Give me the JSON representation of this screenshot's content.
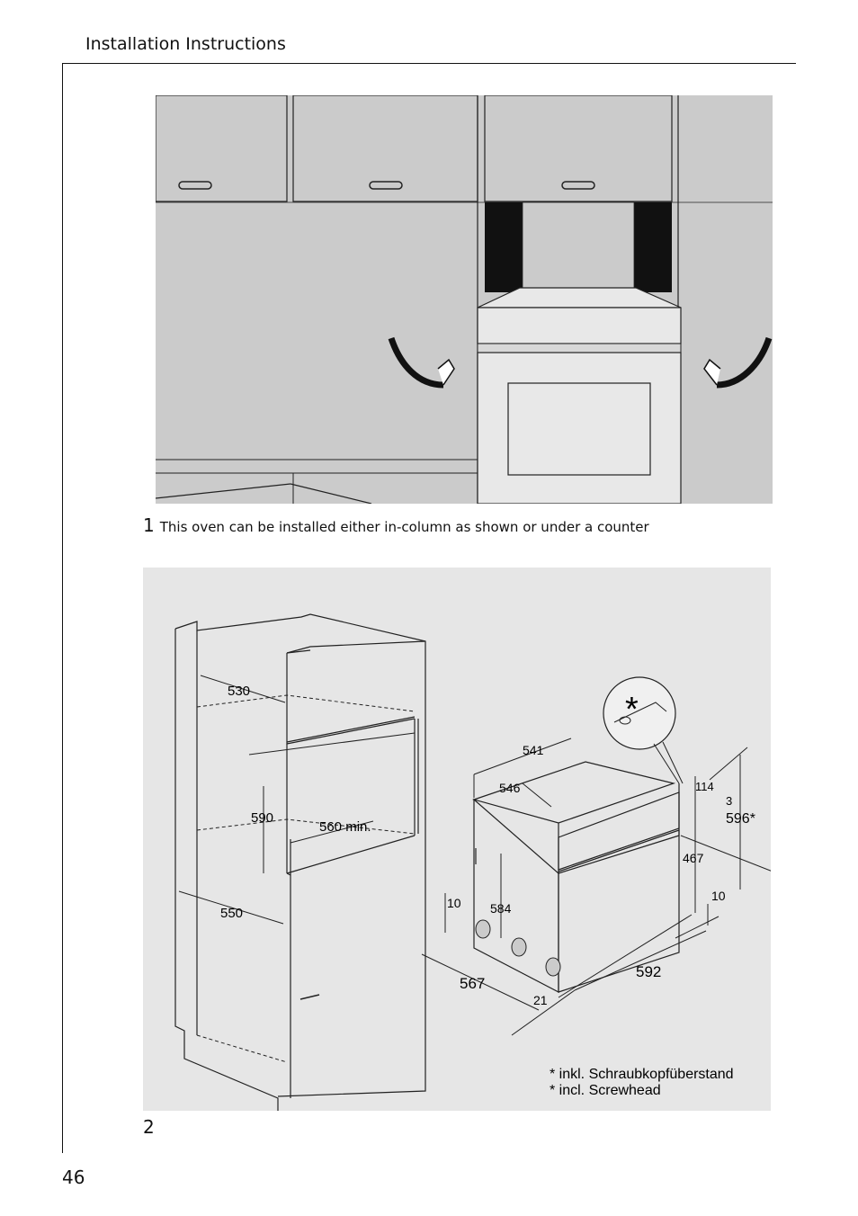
{
  "header": {
    "title": "Installation Instructions"
  },
  "figure1": {
    "number": "1",
    "caption": "This oven can be installed either in-column as shown or under a counter"
  },
  "figure2": {
    "number": "2",
    "dims": {
      "d530": "530",
      "d590": "590",
      "d560": "560 min.",
      "d550": "550",
      "d541": "541",
      "d546": "546",
      "d584": "584",
      "d10a": "10",
      "d567": "567",
      "d21": "21",
      "d592": "592",
      "d114": "114",
      "d3": "3",
      "d467": "467",
      "d10b": "10",
      "d596": "596*"
    },
    "asterisk": "*",
    "note_de": "* inkl. Schraubkopfüberstand",
    "note_en": "* incl. Screwhead"
  },
  "page": {
    "number": "46"
  },
  "colors": {
    "panel_gray": "#cbcbcb",
    "diagram_bg": "#e6e6e6",
    "line": "#111111"
  }
}
